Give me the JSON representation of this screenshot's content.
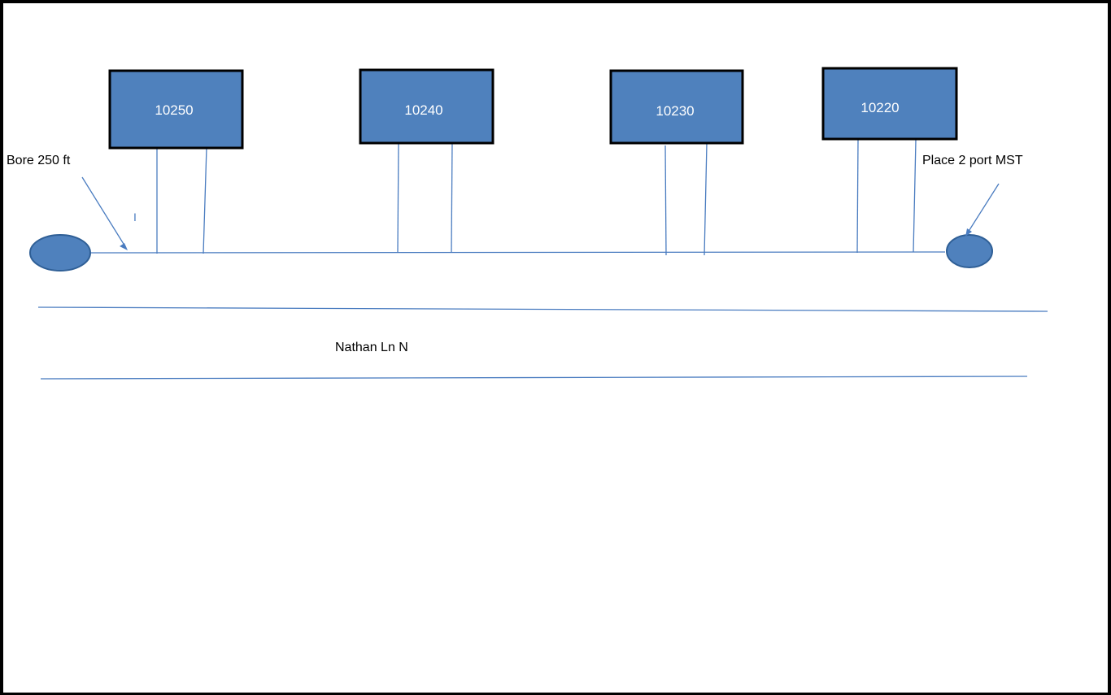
{
  "houses": [
    {
      "label": "10250"
    },
    {
      "label": "10240"
    },
    {
      "label": "10230"
    },
    {
      "label": "10220"
    }
  ],
  "annotations": {
    "bore": "Bore 250 ft",
    "place": "Place 2 port MST",
    "tick": "I"
  },
  "street": {
    "name": "Nathan Ln N"
  },
  "colors": {
    "house_fill": "#4f81bd",
    "line": "#4a7cc0",
    "frame": "#000000"
  }
}
